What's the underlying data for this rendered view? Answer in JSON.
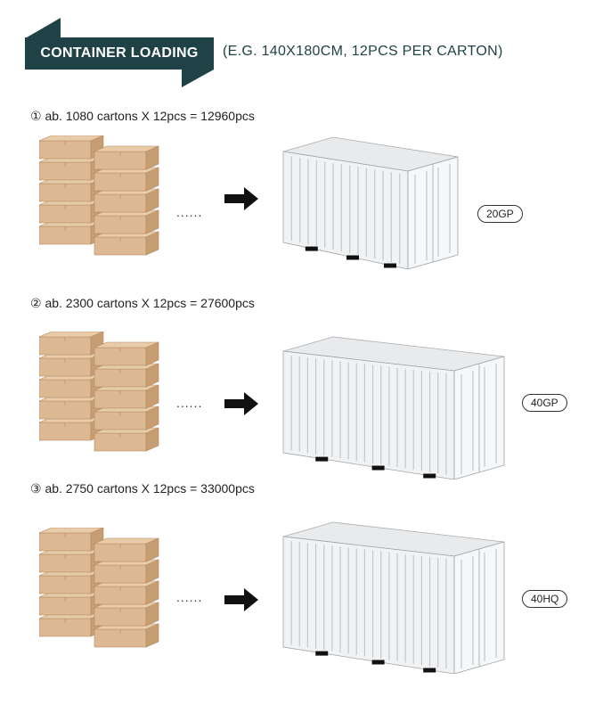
{
  "header": {
    "title": "CONTAINER LOADING",
    "subtitle": "(E.G. 140X180CM, 12PCS PER CARTON)"
  },
  "rows": [
    {
      "label": "① ab. 1080 cartons X 12pcs = 12960pcs",
      "dots": "......",
      "badge": "20GP"
    },
    {
      "label": "② ab. 2300 cartons X 12pcs = 27600pcs",
      "dots": "......",
      "badge": "40GP"
    },
    {
      "label": "③ ab. 2750 cartons X 12pcs = 33000pcs",
      "dots": "......",
      "badge": "40HQ"
    }
  ],
  "colors": {
    "brand": "#1f4246",
    "carton": "#dcb893",
    "carton_dark": "#c79d74",
    "container": "#f1f2f3"
  },
  "icons": [
    "carton-stack-icon",
    "arrow-right-icon",
    "shipping-container-icon"
  ]
}
